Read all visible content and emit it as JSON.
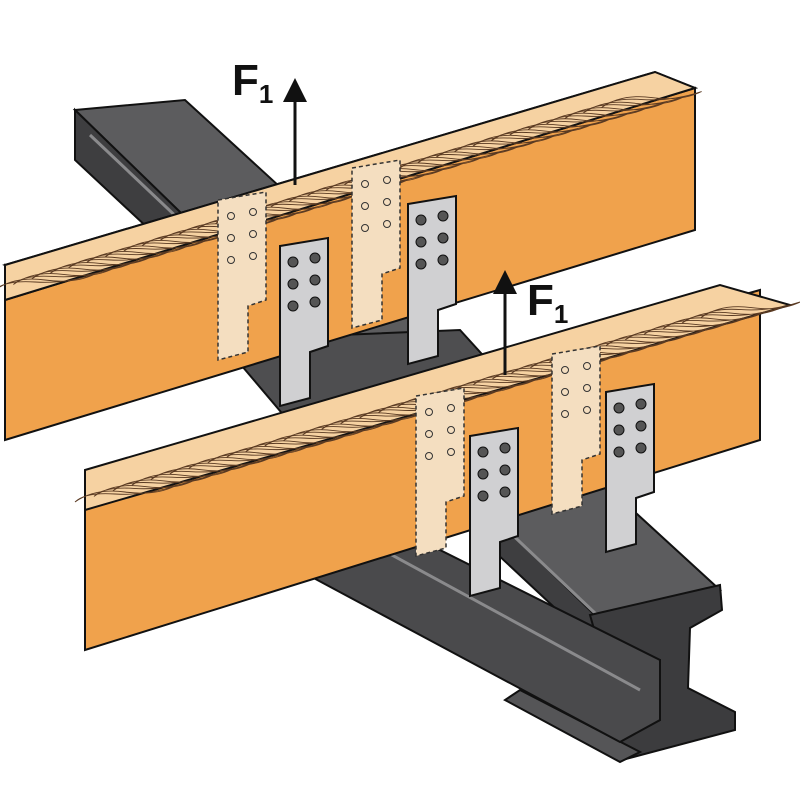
{
  "forces": [
    {
      "symbol": "F",
      "subscript": "1"
    },
    {
      "symbol": "F",
      "subscript": "1"
    }
  ],
  "colors": {
    "timber": "#F0A24C",
    "timber_top": "#F6D2A2",
    "grain": "#5A3A22",
    "steel_dark": "#4B4B4D",
    "steel_mid": "#6E6E70",
    "steel_light": "#9A9A9C",
    "bracket": "#D0D0D2",
    "bracket_hidden": "#F4DEC0",
    "outline": "#111111"
  },
  "icons": [
    "arrow-up-icon"
  ]
}
